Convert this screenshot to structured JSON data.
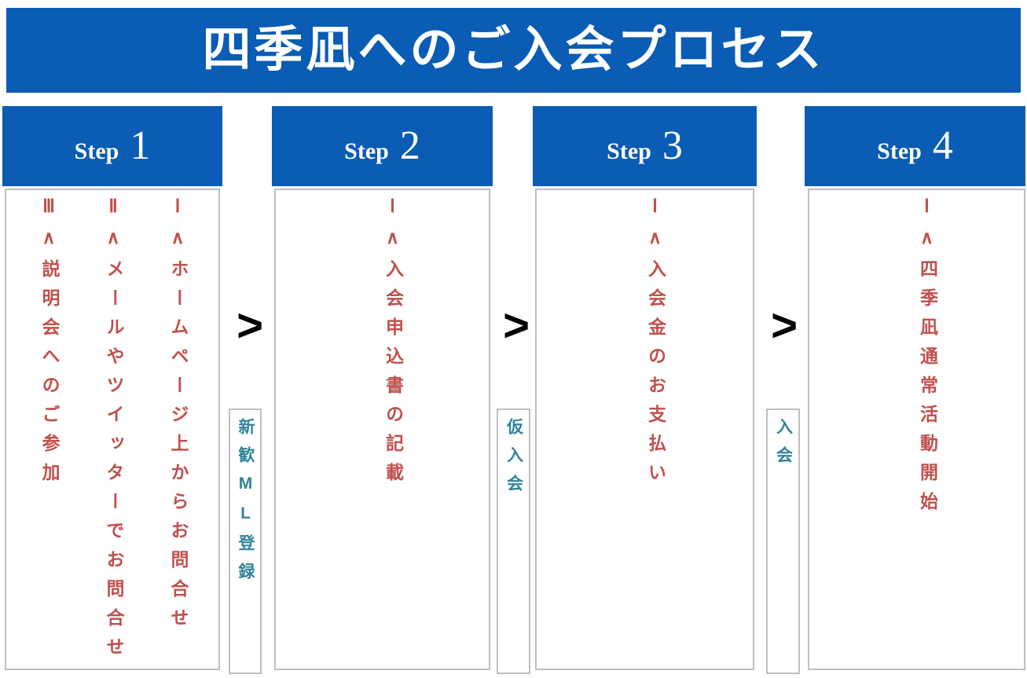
{
  "title": "四季凪へのご入会プロセス",
  "steps": [
    {
      "label": "Step",
      "number": "1",
      "items": [
        "Ⅰ∧ホームページ上からお問合せ",
        "Ⅱ∧メールやツイッターでお問合せ",
        "Ⅲ∧説明会へのご参加"
      ]
    },
    {
      "label": "Step",
      "number": "2",
      "items": [
        "Ⅰ∧入会申込書の記載"
      ]
    },
    {
      "label": "Step",
      "number": "3",
      "items": [
        "Ⅰ∧入会金のお支払い"
      ]
    },
    {
      "label": "Step",
      "number": "4",
      "items": [
        "Ⅰ∧四季凪通常活動開始"
      ]
    }
  ],
  "transitions": [
    {
      "arrow": ">",
      "milestone": "新歓ML登録"
    },
    {
      "arrow": ">",
      "milestone": "仮入会"
    },
    {
      "arrow": ">",
      "milestone": "入会"
    }
  ],
  "colors": {
    "banner_blue": "#0a5cb4",
    "item_red": "#c0504d",
    "milestone_teal": "#31849b",
    "border_gray": "#bfbfbf",
    "arrow_black": "#000000"
  }
}
